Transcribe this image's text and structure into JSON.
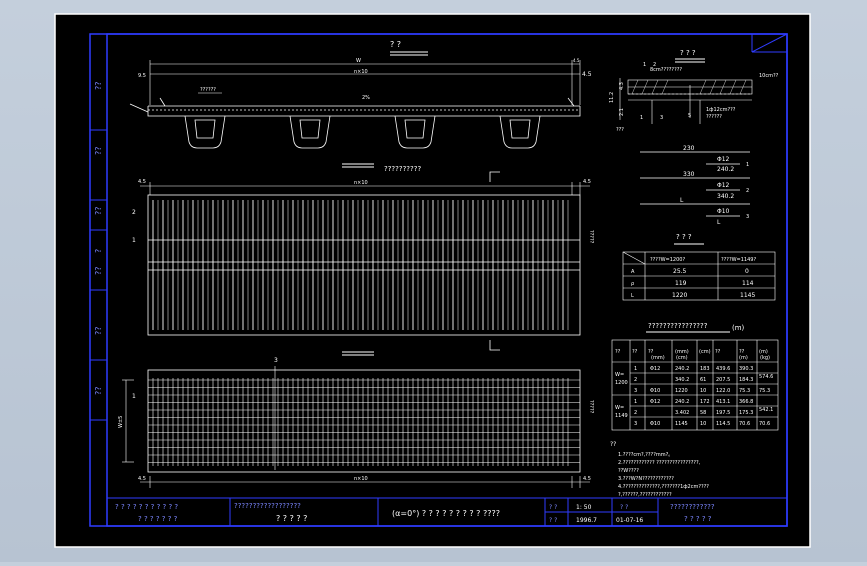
{
  "colors": {
    "background": "#000000",
    "frame": "#2f3cff",
    "lines": "#ffffff",
    "text_blue": "#7b86ff",
    "viewport": "#bccada"
  },
  "section": {
    "title": "? ?",
    "dim_w": "W",
    "dim_n": "n×10",
    "dim_left": "9.5",
    "dim_right": "4.5",
    "dim_small": "4.5",
    "leader_label": "??????",
    "slope": "2%"
  },
  "detail": {
    "title": "? ? ?",
    "note_top": "8cm????????",
    "right_label": "10cm??",
    "dim_a": "4.3",
    "dim_b": "11.2",
    "dim_c": "2.1",
    "num_1": "1",
    "num_2": "2",
    "num_3": "3",
    "num_5": "5",
    "bar_note": "1ф12cm???",
    "bar_note2": "??????",
    "left_note": "???"
  },
  "plan1": {
    "title": "??????????",
    "num_2": "2",
    "num_1": "1",
    "dim": "n×10",
    "edge": "4.5",
    "side_label": "?????"
  },
  "plan2": {
    "num_3": "3",
    "num_1": "1",
    "dim": "n×10",
    "edge": "4.5",
    "side_label": "?????",
    "left_label": "W±5"
  },
  "bars": {
    "b1_len": "230",
    "b1_spec": "Φ12",
    "b1_total": "240.2",
    "b1_no": "1",
    "b2_len": "330",
    "b2_spec": "Φ12",
    "b2_total": "340.2",
    "b2_no": "2",
    "b3_len": "L",
    "b3_spec": "Φ10",
    "b3_total": "L",
    "b3_no": "3"
  },
  "table1": {
    "title": "? ? ?",
    "headers": [
      "",
      "????W=1200?",
      "????W=1149?"
    ],
    "rows": [
      [
        "A",
        "25.5",
        "0"
      ],
      [
        "ρ",
        "119",
        "114"
      ],
      [
        "L",
        "1220",
        "1145"
      ]
    ]
  },
  "table2": {
    "title": "????????????????",
    "unit": "(m)",
    "headers": [
      "??",
      "??",
      "??",
      "(mm)",
      "(cm)",
      "??",
      "??",
      "(m)",
      "(kg)",
      "(kg)"
    ],
    "groups": [
      {
        "label": "W=\n1200",
        "rows": [
          [
            "1",
            "Φ12",
            "240.2",
            "183",
            "439.6",
            "390.3"
          ],
          [
            "2",
            "",
            "340.2",
            "61",
            "207.5",
            "184.3"
          ],
          [
            "3",
            "Φ10",
            "1220",
            "10",
            "122.0",
            "75.3"
          ]
        ],
        "total": "574.6",
        "total2": "75.3"
      },
      {
        "label": "W=\n1149",
        "rows": [
          [
            "1",
            "Φ12",
            "240.2",
            "172",
            "413.1",
            "366.8"
          ],
          [
            "2",
            "",
            "3.402",
            "58",
            "197.5",
            "175.3"
          ],
          [
            "3",
            "Φ10",
            "1145",
            "10",
            "114.5",
            "70.6"
          ]
        ],
        "total": "542.1",
        "total2": "70.6"
      }
    ]
  },
  "notes": {
    "heading": "??",
    "lines": [
      "1.????cm?,????mm?。",
      "2.???????????? ????????????????,",
      "   ??W????",
      "3.???W?N????????????",
      "4.??????????????,???????1ф2cm????",
      "   ?,??????,????????????"
    ]
  },
  "title_block": {
    "c1a": "? ? ? ? ? ? ? ? ? ? ?",
    "c1b": "? ? ? ? ? ? ?",
    "c2a": "??????????????????",
    "c2b": "? ? ? ? ?",
    "main": "(α=0°) ? ? ? ? ? ? ? ? ? ????",
    "scale_label": "? ?",
    "scale": "1: 50",
    "date_label": "? ?",
    "date": "1996.7",
    "sheet_label": "? ?",
    "sheet": "01-07-16",
    "c5a": "????????????",
    "c5b": "? ? ? ? ?"
  },
  "left_strip": {
    "labels": [
      "??",
      "??",
      "??",
      "?",
      "??",
      "??",
      "??"
    ]
  }
}
